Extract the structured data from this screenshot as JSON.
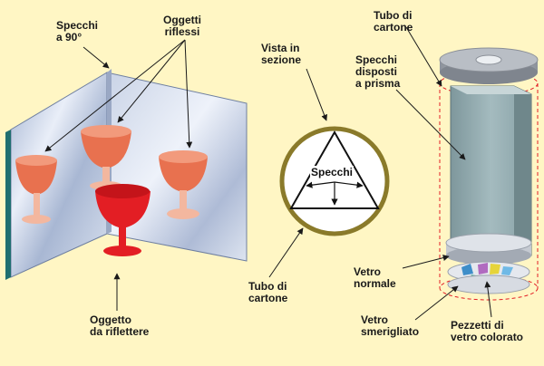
{
  "labels": {
    "specchi_90": "Specchi\na 90°",
    "oggetti_riflessi": "Oggetti\nriflessi",
    "oggetto_da_riflettere": "Oggetto\nda riflettere",
    "vista_in_sezione": "Vista in\nsezione",
    "specchi_center": "Specchi",
    "tubo_di_cartone_left": "Tubo di\ncartone",
    "tubo_di_cartone_right": "Tubo di\ncartone",
    "specchi_disposti": "Specchi\ndisposti\na prisma",
    "vetro_normale": "Vetro\nnormale",
    "vetro_smerigliato": "Vetro\nsmerigliato",
    "pezzetti": "Pezzetti di\nvetro colorato"
  },
  "colors": {
    "background": "#fff6c4",
    "mirror": "#bcc7dd",
    "mirror_edge": "#1e6e70",
    "glass_reflected": "#e8714f",
    "glass_stem": "#f3b79f",
    "glass_real": "#e31e24",
    "tube_ring": "#8a7a2a",
    "cylinder_top": "#a9aeb6",
    "prism": "#8fa9ae",
    "fragments": [
      "#3e8ec9",
      "#e6d43a",
      "#6fb9e6",
      "#b16bc0",
      "#5fb7a7"
    ]
  }
}
